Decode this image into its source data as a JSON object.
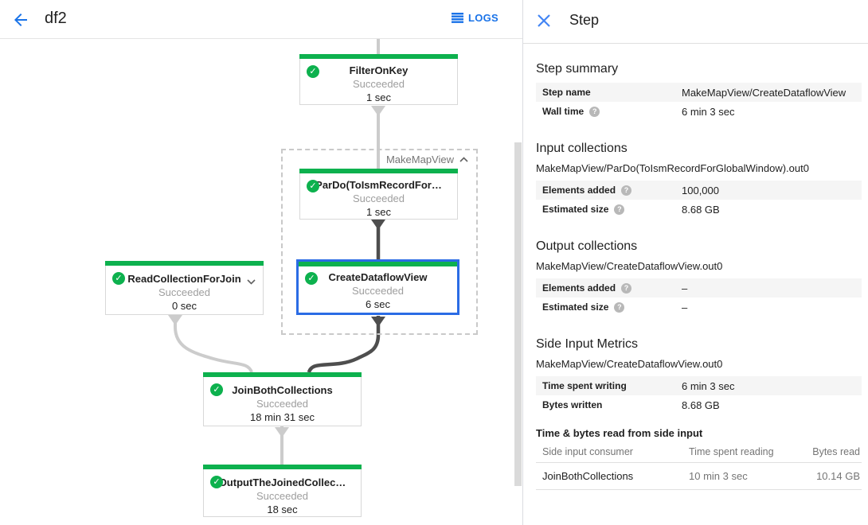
{
  "header": {
    "title": "df2",
    "logs_label": "LOGS"
  },
  "colors": {
    "accent_blue": "#1a73e8",
    "success_green": "#0db14e",
    "selected_border": "#2b6ce5"
  },
  "graph": {
    "group_label": "MakeMapView",
    "nodes": {
      "filter_on_key": {
        "title": "FilterOnKey",
        "status": "Succeeded",
        "time": "1 sec"
      },
      "pardo": {
        "title": "ParDo(ToIsmRecordFor…",
        "status": "Succeeded",
        "time": "1 sec"
      },
      "create_dataflow_view": {
        "title": "CreateDataflowView",
        "status": "Succeeded",
        "time": "6 sec"
      },
      "read_collection": {
        "title": "ReadCollectionForJoin",
        "status": "Succeeded",
        "time": "0 sec"
      },
      "join_both": {
        "title": "JoinBothCollections",
        "status": "Succeeded",
        "time": "18 min 31 sec"
      },
      "output_joined": {
        "title": "OutputTheJoinedCollec…",
        "status": "Succeeded",
        "time": "18 sec"
      }
    }
  },
  "panel": {
    "title": "Step",
    "step_summary": {
      "title": "Step summary",
      "rows": [
        {
          "label": "Step name",
          "value": "MakeMapView/CreateDataflowView"
        },
        {
          "label": "Wall time",
          "value": "6 min 3 sec"
        }
      ]
    },
    "input_collections": {
      "title": "Input collections",
      "collection": "MakeMapView/ParDo(ToIsmRecordForGlobalWindow).out0",
      "rows": [
        {
          "label": "Elements added",
          "value": "100,000"
        },
        {
          "label": "Estimated size",
          "value": "8.68 GB"
        }
      ]
    },
    "output_collections": {
      "title": "Output collections",
      "collection": "MakeMapView/CreateDataflowView.out0",
      "rows": [
        {
          "label": "Elements added",
          "value": "–"
        },
        {
          "label": "Estimated size",
          "value": "–"
        }
      ]
    },
    "side_input_metrics": {
      "title": "Side Input Metrics",
      "collection": "MakeMapView/CreateDataflowView.out0",
      "rows": [
        {
          "label": "Time spent writing",
          "value": "6 min 3 sec"
        },
        {
          "label": "Bytes written",
          "value": "8.68 GB"
        }
      ]
    },
    "side_input_table": {
      "title": "Time & bytes read from side input",
      "headers": [
        "Side input consumer",
        "Time spent reading",
        "Bytes read"
      ],
      "rows": [
        {
          "consumer": "JoinBothCollections",
          "time": "10 min 3 sec",
          "bytes": "10.14 GB"
        }
      ]
    }
  },
  "help_glyph": "?",
  "check_glyph": "✓"
}
